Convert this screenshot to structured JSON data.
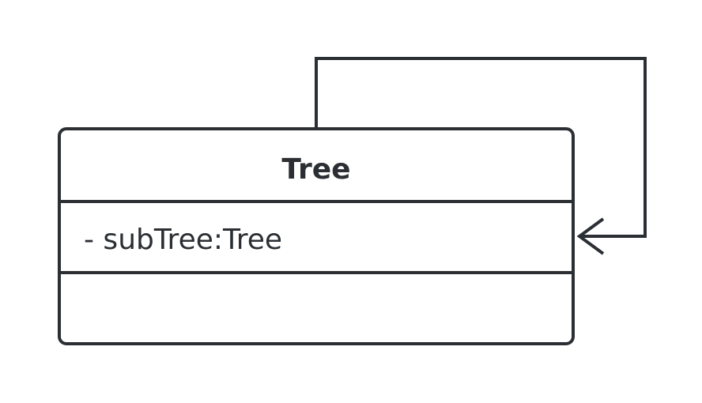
{
  "diagram": {
    "type": "uml-class",
    "class": {
      "name": "Tree",
      "attributes": [
        "- subTree:Tree"
      ],
      "methods": []
    },
    "association": {
      "kind": "self-association",
      "arrowhead": "open"
    }
  },
  "colors": {
    "stroke": "#2b2f33",
    "text": "#2b2f33",
    "background": "#ffffff"
  }
}
